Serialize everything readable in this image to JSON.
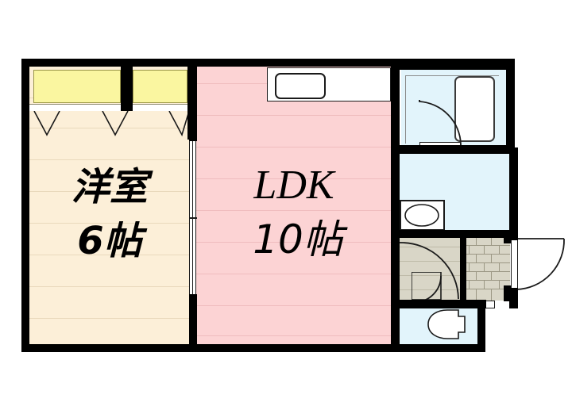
{
  "plan": {
    "title": "apartment-floor-plan",
    "background_color": "#ffffff",
    "wall_color": "#000000"
  },
  "rooms": [
    {
      "id": "washitsu",
      "name_label": "洋室",
      "size_label": "6帖",
      "floor_color": "#FCEFD8",
      "type": "western-room"
    },
    {
      "id": "ldk",
      "name_label": "LDK",
      "size_label": "10帖",
      "floor_color": "#FCD3D4",
      "type": "living-dining-kitchen"
    },
    {
      "id": "bath",
      "name_label": "",
      "floor_color": "#E2F4FB",
      "type": "bathroom"
    },
    {
      "id": "washroom",
      "name_label": "",
      "floor_color": "#E2F4FB",
      "type": "washroom"
    },
    {
      "id": "toilet",
      "name_label": "",
      "floor_color": "#E2F4FB",
      "type": "toilet"
    },
    {
      "id": "hallway",
      "name_label": "",
      "floor_color": "#D9D6C7",
      "type": "corridor"
    },
    {
      "id": "genkan",
      "name_label": "",
      "floor_color": "#D9D6C7",
      "type": "entrance"
    }
  ],
  "closets": {
    "count": 2,
    "fill_color": "#FAF6A0",
    "label": ""
  },
  "fixtures": [
    {
      "id": "bathtub",
      "name": "bathtub"
    },
    {
      "id": "vanity-sink",
      "name": "wash-basin"
    },
    {
      "id": "toilet-bowl",
      "name": "toilet-bowl"
    },
    {
      "id": "kitchen-sink",
      "name": "kitchen-sink"
    },
    {
      "id": "kitchen-counter",
      "name": "kitchen-counter"
    }
  ],
  "doors": [
    {
      "id": "entrance-door",
      "name": "entrance-door",
      "swing": "outward"
    },
    {
      "id": "bath-door",
      "name": "bath-door",
      "swing": "inward"
    },
    {
      "id": "hall-door-a",
      "name": "hall-door",
      "swing": "inward"
    },
    {
      "id": "hall-door-b",
      "name": "hall-door",
      "swing": "inward"
    },
    {
      "id": "sliding-door",
      "name": "sliding-door",
      "swing": "sliding"
    }
  ],
  "meta": {
    "image_width": "720",
    "image_height": "512"
  }
}
